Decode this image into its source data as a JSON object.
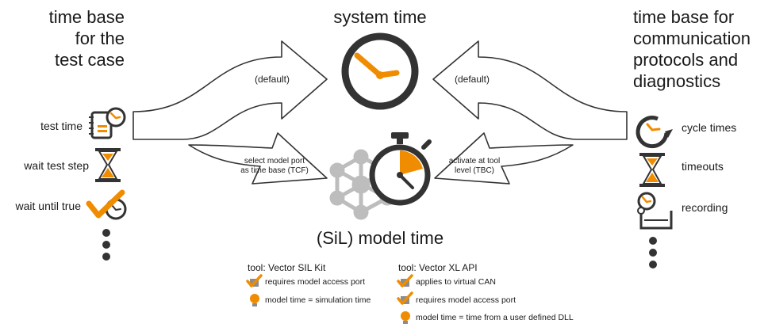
{
  "left_panel": {
    "title_lines": [
      "time base",
      "for the",
      "test case"
    ],
    "items": [
      "test time",
      "wait test step",
      "wait until true"
    ]
  },
  "center": {
    "system_time": "system time",
    "default_left": "(default)",
    "default_right": "(default)",
    "select_model_port": [
      "select model port",
      "as time base (TCF)"
    ],
    "activate_tool": [
      "activate at tool",
      "level (TBC)"
    ],
    "model_time": "(SiL) model time"
  },
  "right_panel": {
    "title_lines": [
      "time base for",
      "communication",
      "protocols and",
      "diagnostics"
    ],
    "items": [
      "cycle times",
      "timeouts",
      "recording"
    ]
  },
  "tool_sil": {
    "title": "tool: Vector SIL Kit",
    "notes": [
      "requires model access port",
      "model time = simulation time"
    ]
  },
  "tool_xl": {
    "title": "tool: Vector XL API",
    "notes": [
      "applies to virtual CAN",
      "requires model access port",
      "model time = time from a user defined DLL"
    ]
  },
  "colors": {
    "accent": "#f08c00",
    "dark": "#333333",
    "gray": "#8c8c8c",
    "lightgray": "#cccccc"
  }
}
